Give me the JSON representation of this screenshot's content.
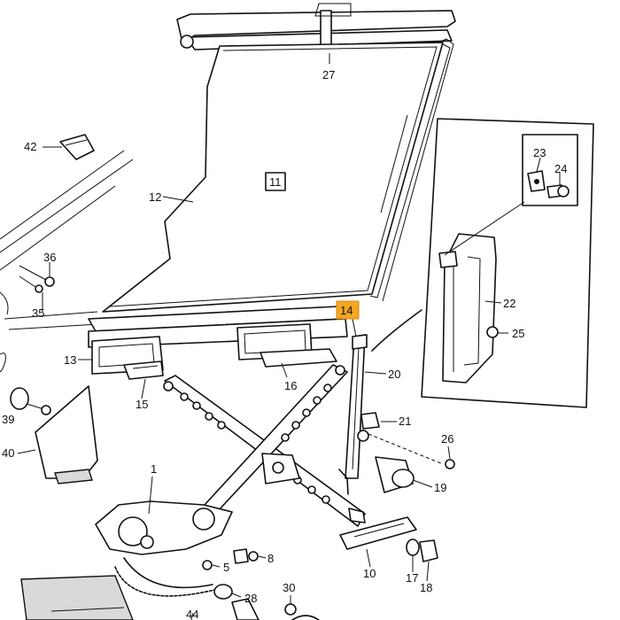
{
  "highlight_color": "#f5a623",
  "callouts": {
    "c1": "1",
    "c5": "5",
    "c8": "8",
    "c10": "10",
    "c11": "11",
    "c12": "12",
    "c13": "13",
    "c14": "14",
    "c15": "15",
    "c16": "16",
    "c17": "17",
    "c18": "18",
    "c19": "19",
    "c20": "20",
    "c21": "21",
    "c22": "22",
    "c23": "23",
    "c24": "24",
    "c25": "25",
    "c26": "26",
    "c27": "27",
    "c28": "28",
    "c30": "30",
    "c35": "35",
    "c36": "36",
    "c39": "39",
    "c40": "40",
    "c42": "42",
    "c44": "44"
  }
}
